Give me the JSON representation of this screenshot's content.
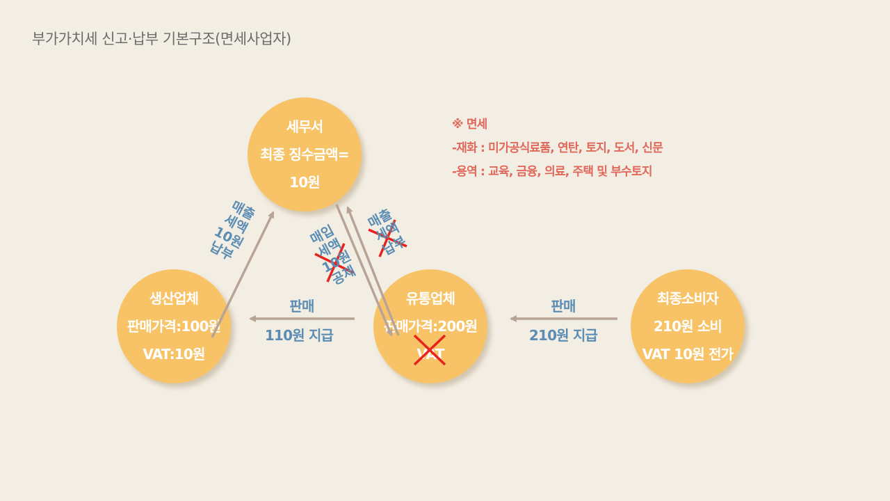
{
  "title": "부가가치세 신고·납부 기본구조(면세사업자)",
  "nodes": {
    "tax_office": [
      "세무서",
      "최종 징수금액=",
      "10원"
    ],
    "producer": [
      "생산업체",
      "판매가격:100원",
      "VAT:10원"
    ],
    "distributor": [
      "유통업체",
      "판매가격:200원",
      "VAT"
    ],
    "consumer": [
      "최종소비자",
      "210원 소비",
      "VAT 10원 전가"
    ]
  },
  "edges": {
    "producer_to_tax": [
      "매출",
      "세액",
      "10원",
      "납부"
    ],
    "tax_to_distributor": [
      "매입",
      "세액",
      "10원",
      "공제"
    ],
    "distributor_to_tax": [
      "매출",
      "세액",
      "납부"
    ],
    "distributor_to_producer": [
      "판매",
      "110원 지급"
    ],
    "consumer_to_distributor": [
      "판매",
      "210원 지급"
    ]
  },
  "note": {
    "heading": "※ 면세",
    "goods": "-재화 : 미가공식료품, 연탄, 토지, 도서, 신문",
    "services": "-용역 : 교육, 금융, 의료, 주택 및 부수토지"
  },
  "colors": {
    "node_fill": "#f7c366",
    "arrow": "#b8a496",
    "label": "#5b8db4",
    "cross": "#e8231e",
    "note": "#e0685a"
  }
}
